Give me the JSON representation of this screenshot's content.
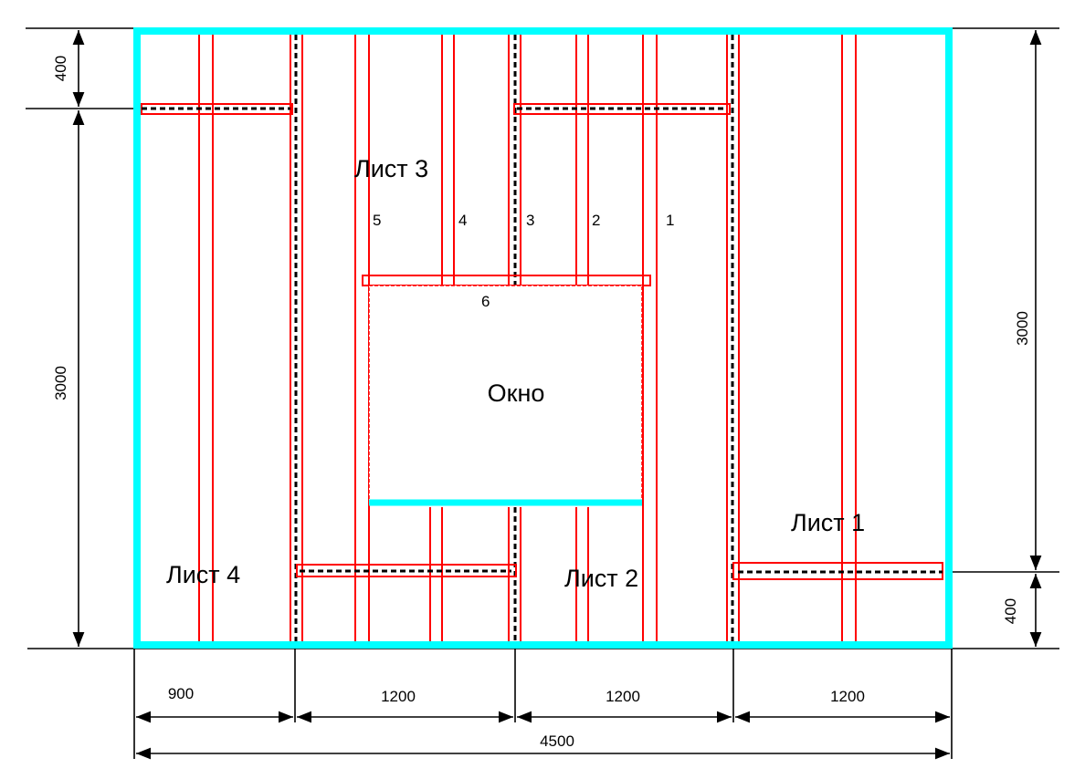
{
  "colors": {
    "frame": "#00ffff",
    "studs": "#ff0000",
    "lines": "#000000"
  },
  "sheets": {
    "sheet1": "Лист 1",
    "sheet2": "Лист 2",
    "sheet3": "Лист 3",
    "sheet4": "Лист 4"
  },
  "window_label": "Окно",
  "element_numbers": [
    "1",
    "2",
    "3",
    "4",
    "5",
    "6"
  ],
  "dimensions": {
    "left_top": "400",
    "left_main": "3000",
    "right_main": "3000",
    "right_bottom": "400",
    "bottom_segments": [
      "900",
      "1200",
      "1200",
      "1200"
    ],
    "total_width": "4500"
  }
}
